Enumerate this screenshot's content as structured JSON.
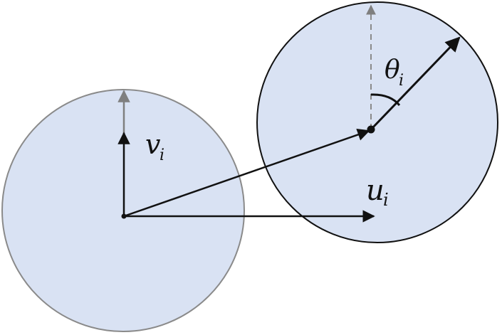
{
  "labels": {
    "v_main": "v",
    "v_sub": "i",
    "u_main": "u",
    "u_sub": "i",
    "theta_main": "θ",
    "theta_sub": "i"
  },
  "colors": {
    "circle_fill": "#d9e2f3",
    "left_circle_stroke": "#8a8a8a",
    "right_circle_stroke": "#111111",
    "arrow": "#111111",
    "reference_arrow": "#7f7f7f",
    "dashed": "#8a8a8a"
  }
}
